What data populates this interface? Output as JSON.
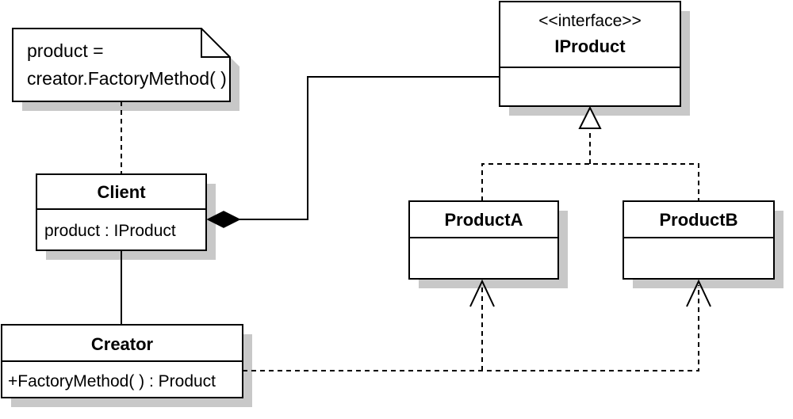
{
  "note": {
    "line1": "product =",
    "line2": "creator.FactoryMethod( )"
  },
  "client": {
    "name": "Client",
    "attribute": "product : IProduct"
  },
  "creator": {
    "name": "Creator",
    "operation": "+FactoryMethod( ) : Product"
  },
  "iproduct": {
    "stereotype": "<<interface>>",
    "name": "IProduct"
  },
  "product_a": {
    "name": "ProductA"
  },
  "product_b": {
    "name": "ProductB"
  },
  "colors": {
    "line": "#000000",
    "shadow": "#c8c8c8",
    "fill": "#ffffff"
  }
}
